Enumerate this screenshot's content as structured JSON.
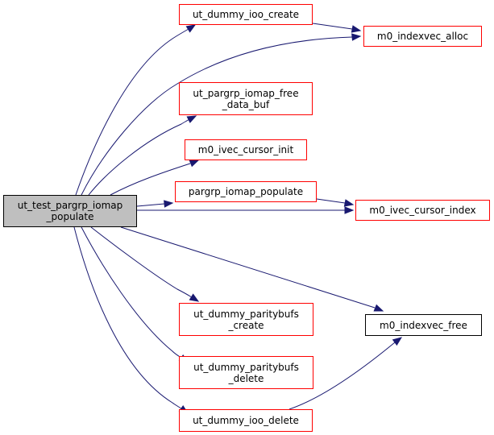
{
  "diagram": {
    "type": "call-graph",
    "colors": {
      "edge": "#191970",
      "linked_node_border": "#ff0000",
      "unlinked_node_border": "#000000",
      "root_fill": "#bfbfbf"
    },
    "nodes": [
      {
        "id": "root",
        "label": "ut_test_pargrp_iomap\n_populate",
        "kind": "root"
      },
      {
        "id": "ut_dummy_ioo_create",
        "label": "ut_dummy_ioo_create",
        "kind": "linked"
      },
      {
        "id": "m0_indexvec_alloc",
        "label": "m0_indexvec_alloc",
        "kind": "linked"
      },
      {
        "id": "ut_pargrp_iomap_free_data_buf",
        "label": "ut_pargrp_iomap_free\n_data_buf",
        "kind": "linked"
      },
      {
        "id": "m0_ivec_cursor_init",
        "label": "m0_ivec_cursor_init",
        "kind": "linked"
      },
      {
        "id": "pargrp_iomap_populate",
        "label": "pargrp_iomap_populate",
        "kind": "linked"
      },
      {
        "id": "m0_ivec_cursor_index",
        "label": "m0_ivec_cursor_index",
        "kind": "linked"
      },
      {
        "id": "ut_dummy_paritybufs_create",
        "label": "ut_dummy_paritybufs\n_create",
        "kind": "linked"
      },
      {
        "id": "m0_indexvec_free",
        "label": "m0_indexvec_free",
        "kind": "plain"
      },
      {
        "id": "ut_dummy_paritybufs_delete",
        "label": "ut_dummy_paritybufs\n_delete",
        "kind": "linked"
      },
      {
        "id": "ut_dummy_ioo_delete",
        "label": "ut_dummy_ioo_delete",
        "kind": "linked"
      }
    ],
    "edges": [
      {
        "from": "root",
        "to": "ut_dummy_ioo_create"
      },
      {
        "from": "root",
        "to": "m0_indexvec_alloc"
      },
      {
        "from": "root",
        "to": "ut_pargrp_iomap_free_data_buf"
      },
      {
        "from": "root",
        "to": "m0_ivec_cursor_init"
      },
      {
        "from": "root",
        "to": "pargrp_iomap_populate"
      },
      {
        "from": "root",
        "to": "m0_ivec_cursor_index"
      },
      {
        "from": "root",
        "to": "m0_indexvec_free"
      },
      {
        "from": "root",
        "to": "ut_dummy_paritybufs_create"
      },
      {
        "from": "root",
        "to": "ut_dummy_paritybufs_delete"
      },
      {
        "from": "root",
        "to": "ut_dummy_ioo_delete"
      },
      {
        "from": "ut_dummy_ioo_create",
        "to": "m0_indexvec_alloc"
      },
      {
        "from": "pargrp_iomap_populate",
        "to": "m0_ivec_cursor_index"
      },
      {
        "from": "ut_dummy_ioo_delete",
        "to": "m0_indexvec_free"
      }
    ]
  }
}
